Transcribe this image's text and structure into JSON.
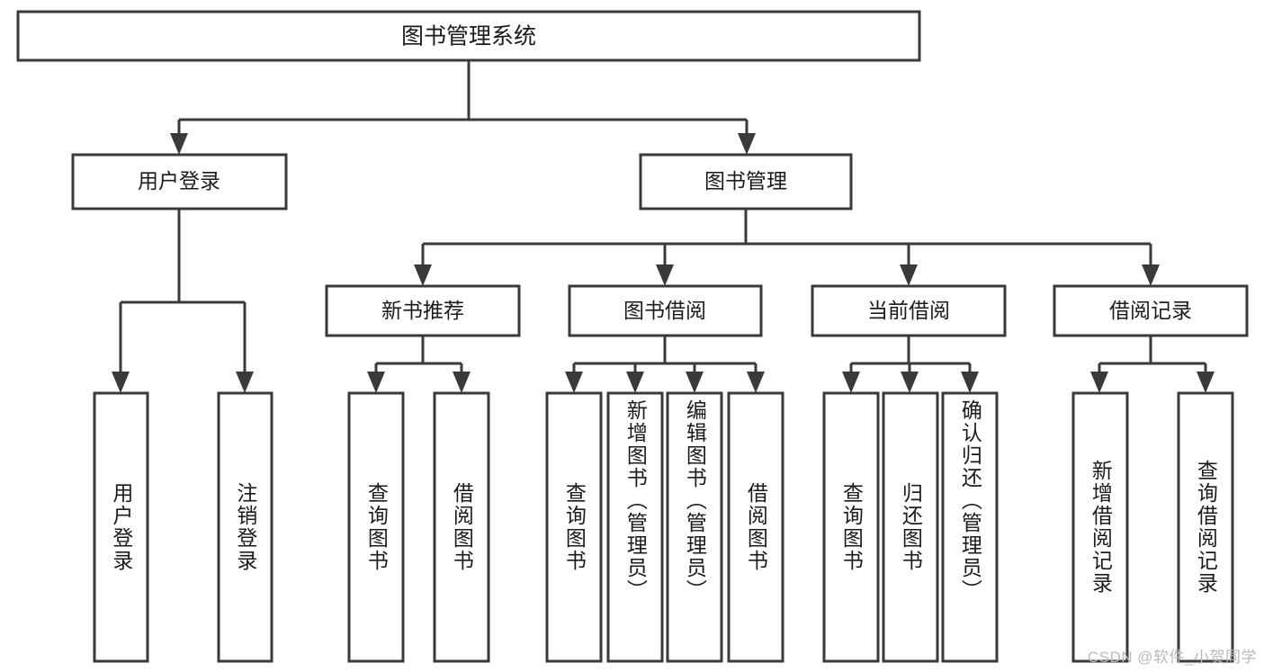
{
  "diagram": {
    "title": "图书管理系统",
    "watermark": "CSDN @软件_小贺同学",
    "colors": {
      "background": "#ffffff",
      "box_stroke": "#3a3a3a",
      "box_fill": "#ffffff",
      "text": "#1b1b1b",
      "watermark": "#b9b9b9"
    },
    "root": {
      "label": "图书管理系统"
    },
    "level1": [
      {
        "label": "用户登录"
      },
      {
        "label": "图书管理"
      }
    ],
    "level2": [
      {
        "label": "新书推荐"
      },
      {
        "label": "图书借阅"
      },
      {
        "label": "当前借阅"
      },
      {
        "label": "借阅记录"
      }
    ],
    "leaves": {
      "user_login": [
        {
          "label": "用户登录"
        },
        {
          "label": "注销登录"
        }
      ],
      "new_book_recommend": [
        {
          "label": "查询图书"
        },
        {
          "label": "借阅图书"
        }
      ],
      "book_borrow": [
        {
          "label": "查询图书"
        },
        {
          "label": "新增图书（管理员）"
        },
        {
          "label": "编辑图书（管理员）"
        },
        {
          "label": "借阅图书"
        }
      ],
      "current_borrow": [
        {
          "label": "查询图书"
        },
        {
          "label": "归还图书"
        },
        {
          "label": "确认归还（管理员）"
        }
      ],
      "borrow_record": [
        {
          "label": "新增借阅记录"
        },
        {
          "label": "查询借阅记录"
        }
      ]
    }
  }
}
